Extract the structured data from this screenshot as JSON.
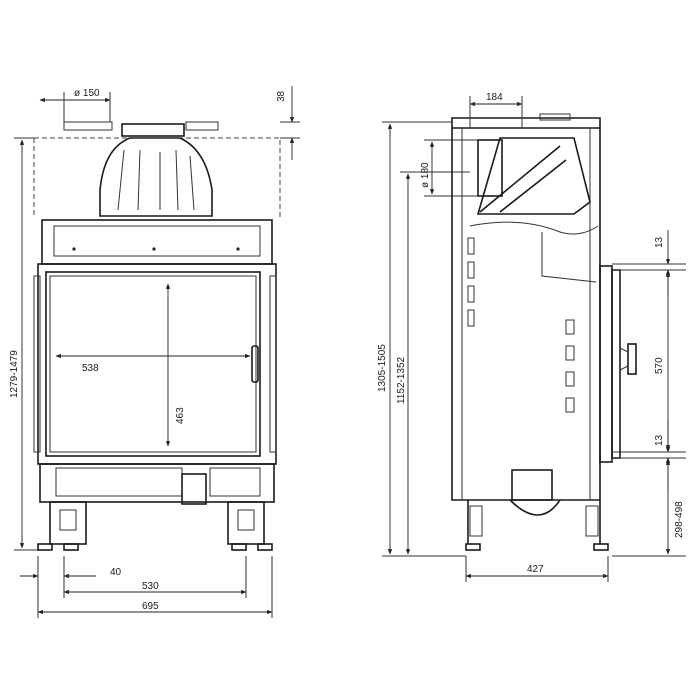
{
  "dimensions": {
    "flue_diameter_front": "ø 150",
    "top_offset": "38",
    "glass_width": "538",
    "glass_height": "463",
    "total_height_front": "1279-1479",
    "leg_spacing_inner": "40",
    "leg_spacing": "530",
    "total_width": "695",
    "flue_offset_side": "184",
    "air_diameter_side": "ø 180",
    "total_height_side_outer": "1305-1505",
    "total_height_side_inner": "1152-1352",
    "door_top_gap": "13",
    "door_height": "570",
    "door_bottom_gap": "13",
    "door_bottom_height": "298-498",
    "depth": "427"
  }
}
